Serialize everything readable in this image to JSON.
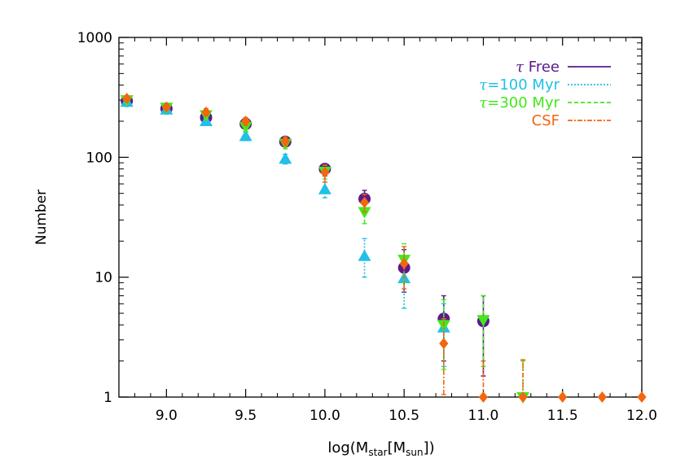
{
  "chart_data": {
    "type": "scatter",
    "title": "",
    "xlabel": "log(M",
    "xlabel_sub1": "star",
    "xlabel_mid": "[M",
    "xlabel_sub2": "sun",
    "xlabel_end": "])",
    "ylabel": "Number",
    "xlim": [
      8.7,
      12.0
    ],
    "ylim": [
      1,
      1000
    ],
    "yscale": "log",
    "grid": false,
    "legend_position": "top-right",
    "xticks": [
      9.0,
      9.5,
      10.0,
      10.5,
      11.0,
      11.5,
      12.0
    ],
    "xtick_labels": [
      "9.0",
      "9.5",
      "10.0",
      "10.5",
      "11.0",
      "11.5",
      "12.0"
    ],
    "yticks": [
      1,
      10,
      100,
      1000
    ],
    "ytick_labels": [
      "1",
      "10",
      "100",
      "1000"
    ],
    "series": [
      {
        "name_symbol": "τ",
        "name_text": " Free",
        "color": "#5b1a8c",
        "marker": "circle",
        "dash": "",
        "x": [
          8.75,
          9.0,
          9.25,
          9.5,
          9.75,
          10.0,
          10.25,
          10.5,
          10.75,
          11.0
        ],
        "y": [
          295,
          255,
          215,
          190,
          135,
          80,
          45,
          12,
          4.5,
          4.3
        ],
        "y_low": [
          280,
          240,
          200,
          175,
          125,
          70,
          38,
          7.5,
          2.0,
          1.5
        ],
        "y_high": [
          315,
          270,
          230,
          205,
          148,
          88,
          53,
          17,
          7,
          7
        ]
      },
      {
        "name_symbol": "τ",
        "name_text": "=100 Myr",
        "color": "#22bfe8",
        "marker": "triangle-up",
        "dash": "2,2",
        "x": [
          8.75,
          9.0,
          9.25,
          9.5,
          9.75,
          10.0,
          10.25,
          10.5,
          10.75
        ],
        "y": [
          290,
          250,
          200,
          150,
          97,
          54,
          15,
          9.8,
          3.8
        ],
        "y_low": [
          275,
          235,
          185,
          138,
          88,
          46,
          10,
          5.5,
          1.8
        ],
        "y_high": [
          305,
          265,
          215,
          163,
          106,
          62,
          21,
          14,
          6
        ]
      },
      {
        "name_symbol": "τ",
        "name_text": "=300 Myr",
        "color": "#44e81a",
        "marker": "triangle-down",
        "dash": "5,3",
        "x": [
          8.75,
          9.0,
          9.25,
          9.5,
          9.75,
          10.0,
          10.25,
          10.5,
          10.75,
          11.0,
          11.25
        ],
        "y": [
          300,
          260,
          225,
          180,
          130,
          76,
          35,
          14,
          4.0,
          4.4,
          1.0
        ],
        "y_low": [
          285,
          245,
          210,
          165,
          118,
          66,
          28,
          9,
          1.7,
          1.8,
          0.9
        ],
        "y_high": [
          318,
          275,
          240,
          195,
          142,
          86,
          42,
          19,
          6.5,
          7,
          2
        ]
      },
      {
        "name_symbol": "",
        "name_text": "CSF",
        "color": "#f2660f",
        "marker": "diamond",
        "dash": "6,2,2,2",
        "x": [
          8.75,
          9.0,
          9.25,
          9.5,
          9.75,
          10.0,
          10.25,
          10.5,
          10.75,
          11.0,
          11.25,
          11.5,
          11.75,
          12.0
        ],
        "y": [
          310,
          262,
          238,
          200,
          136,
          75,
          42,
          13,
          2.8,
          1.0,
          1.0,
          1.0,
          1.0,
          1.0
        ],
        "y_low": [
          295,
          248,
          222,
          186,
          124,
          62,
          35,
          8,
          1.05,
          0.9,
          0.9,
          1.0,
          1.0,
          1.0
        ],
        "y_high": [
          325,
          276,
          254,
          214,
          148,
          86,
          49,
          18,
          4.5,
          2,
          2.05,
          1.0,
          1.0,
          1.0
        ]
      }
    ]
  }
}
